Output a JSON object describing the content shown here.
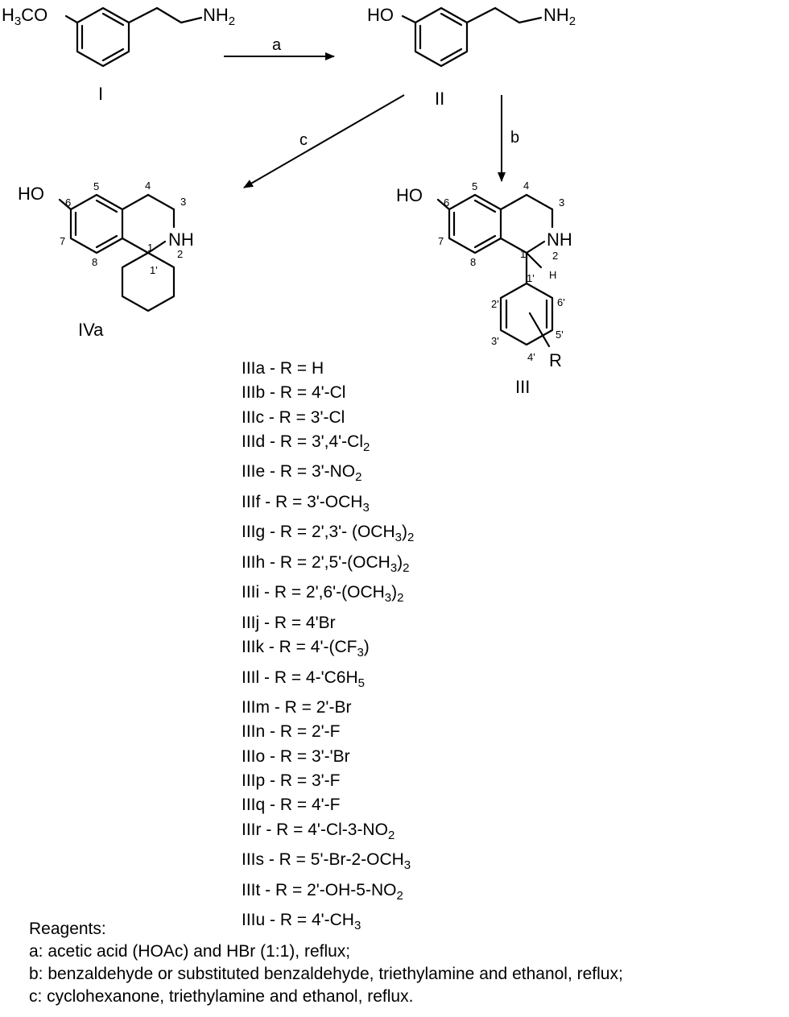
{
  "scheme": {
    "compound_I": {
      "substituent": "H3CO",
      "amine": "NH2",
      "label": "I"
    },
    "compound_II": {
      "substituent": "HO",
      "amine": "NH2",
      "label": "II"
    },
    "compound_IVa": {
      "substituent": "HO",
      "amine": "NH",
      "label": "IVa",
      "positions": [
        "1",
        "1'",
        "2",
        "3",
        "4",
        "5",
        "6",
        "7",
        "8"
      ]
    },
    "compound_III": {
      "substituent": "HO",
      "amine": "NH",
      "hydrogen": "H",
      "r_group": "R",
      "label": "III",
      "positions": [
        "1",
        "1'",
        "2",
        "2'",
        "3",
        "3'",
        "4",
        "4'",
        "5",
        "5'",
        "6",
        "6'",
        "7",
        "8"
      ]
    },
    "arrows": {
      "a": "a",
      "b": "b",
      "c": "c"
    }
  },
  "substituents": [
    {
      "id": "IIIa",
      "r": "H"
    },
    {
      "id": "IIIb",
      "r": "4'-Cl"
    },
    {
      "id": "IIIc",
      "r": "3'-Cl"
    },
    {
      "id": "IIId",
      "r": "3',4'-Cl2"
    },
    {
      "id": "IIIe",
      "r": "3'-NO2"
    },
    {
      "id": "IIIf",
      "r": "3'-OCH3"
    },
    {
      "id": "IIIg",
      "r": "2',3'- (OCH3)2"
    },
    {
      "id": "IIIh",
      "r": "2',5'-(OCH3)2"
    },
    {
      "id": "IIIi",
      "r": "2',6'-(OCH3)2"
    },
    {
      "id": "IIIj",
      "r": "4'Br"
    },
    {
      "id": "IIIk",
      "r": "4'-(CF3)"
    },
    {
      "id": "IIIl",
      "r": "4-'C6H5"
    },
    {
      "id": "IIIm",
      "r": "2'-Br"
    },
    {
      "id": "IIIn",
      "r": "2'-F"
    },
    {
      "id": "IIIo",
      "r": "3'-'Br"
    },
    {
      "id": "IIIp",
      "r": "3'-F"
    },
    {
      "id": "IIIq",
      "r": "4'-F"
    },
    {
      "id": "IIIr",
      "r": "4'-Cl-3-NO2"
    },
    {
      "id": "IIIs",
      "r": "5'-Br-2-OCH3"
    },
    {
      "id": "IIIt",
      "r": "2'-OH-5-NO2"
    },
    {
      "id": "IIIu",
      "r": "4'-CH3"
    }
  ],
  "reagents": {
    "heading": "Reagents:",
    "a": "a: acetic acid (HOAc) and HBr (1:1), reflux;",
    "b": "b: benzaldehyde or substituted benzaldehyde, triethylamine and ethanol, reflux;",
    "c": "c: cyclohexanone, triethylamine and ethanol, reflux."
  }
}
